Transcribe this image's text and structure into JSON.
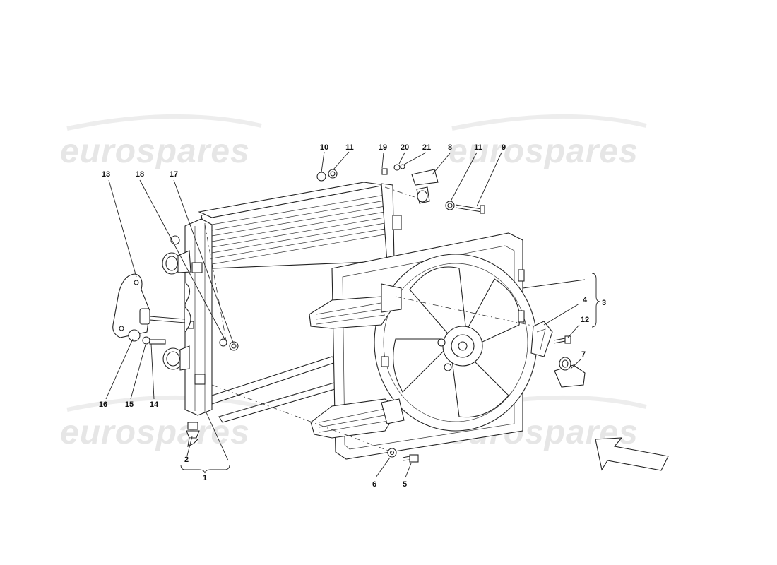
{
  "watermark": {
    "text": "eurospares"
  },
  "callouts": {
    "c1": "1",
    "c2": "2",
    "c3": "3",
    "c4": "4",
    "c5": "5",
    "c6": "6",
    "c7": "7",
    "c8": "8",
    "c9": "9",
    "c10": "10",
    "c11a": "11",
    "c11b": "11",
    "c12": "12",
    "c13": "13",
    "c14": "14",
    "c15": "15",
    "c16": "16",
    "c17": "17",
    "c18": "18",
    "c19": "19",
    "c20": "20",
    "c21": "21"
  },
  "icons": {
    "direction_arrow": "front-direction-arrow-icon"
  }
}
